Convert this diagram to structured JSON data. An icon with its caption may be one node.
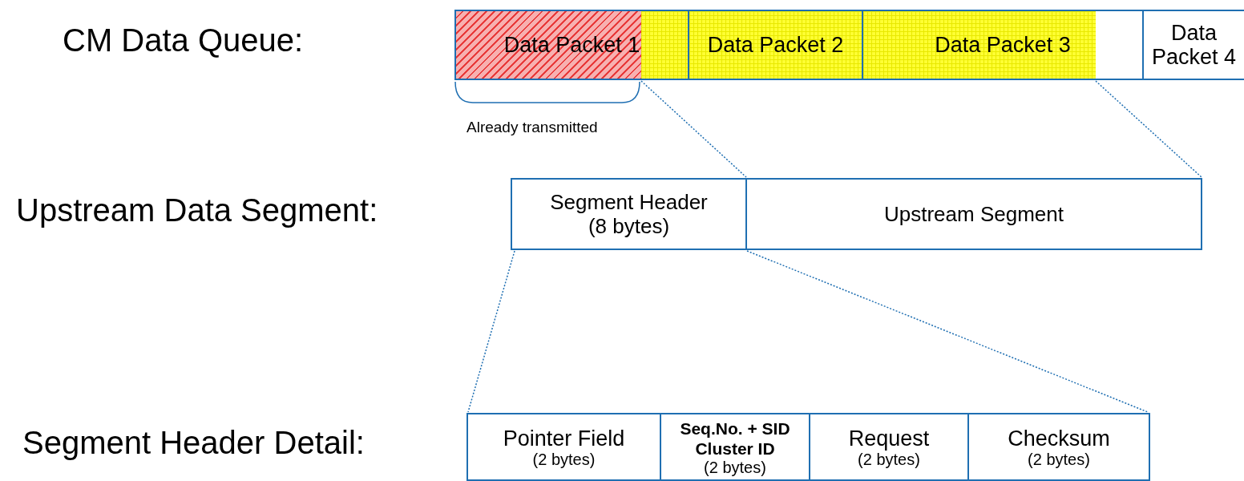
{
  "diagram": {
    "nodes": [
      {
        "text": [
          "Data Packet 1"
        ]
      },
      {
        "text": [
          "Data Packet 2"
        ]
      },
      {
        "text": [
          "Data Packet 3"
        ]
      },
      {
        "text": [
          "Data Packet 4"
        ]
      },
      {
        "text": [
          "Segment Header",
          "(8 bytes)"
        ]
      },
      {
        "text": [
          "Upstream Segment"
        ]
      },
      {
        "text": [
          "Pointer Field",
          "(2 bytes)"
        ]
      },
      {
        "text": [
          "Seq.No. + SID Cluster ID",
          "(2 bytes)"
        ]
      },
      {
        "text": [
          "Request",
          "(2 bytes)"
        ]
      },
      {
        "text": [
          "Checksum",
          "(2 bytes)"
        ]
      }
    ],
    "edges": [
      {
        "from": 0,
        "to": 4,
        "arrow": "none",
        "style": "dashed"
      },
      {
        "from": 2,
        "to": 5,
        "arrow": "none",
        "style": "dashed"
      },
      {
        "from": 4,
        "to": 6,
        "arrow": "none",
        "style": "dashed"
      },
      {
        "from": 4,
        "to": 9,
        "arrow": "none",
        "style": "dashed"
      }
    ],
    "labels": [
      "CM Data Queue:",
      "Already transmitted",
      "Upstream Data Segment:",
      "Segment Header Detail:"
    ]
  }
}
